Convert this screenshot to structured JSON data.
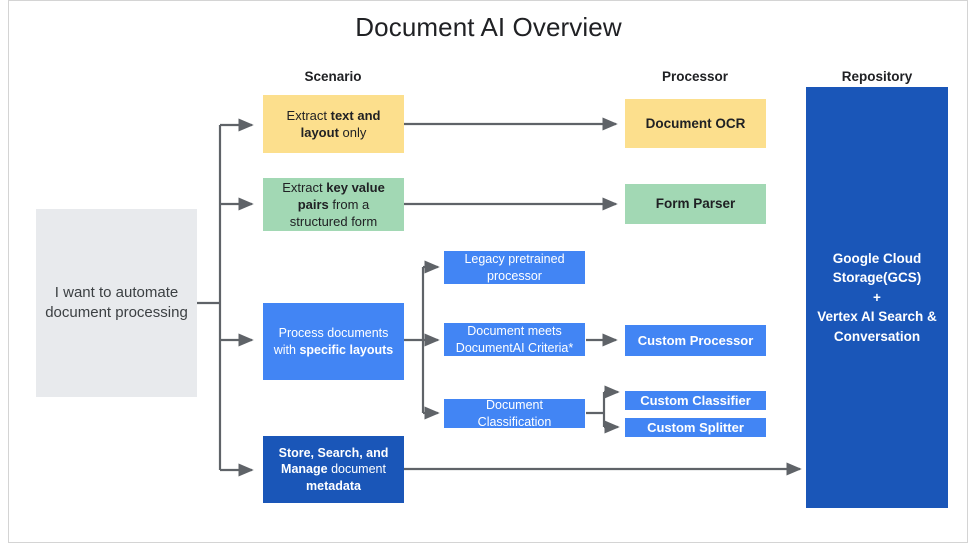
{
  "title": "Document AI Overview",
  "columns": {
    "scenario": "Scenario",
    "processor": "Processor",
    "repository": "Repository"
  },
  "entry": {
    "label": "I want to automate document processing",
    "color": "#e8eaed"
  },
  "scenarios": [
    {
      "id": "extract-text-layout",
      "label": "Extract text and layout only",
      "bold_parts": [
        "text and layout"
      ],
      "color": "#fcdf8d"
    },
    {
      "id": "extract-key-value",
      "label": "Extract key value pairs from a structured form",
      "bold_parts": [
        "key value pairs"
      ],
      "color": "#a2d8b4"
    },
    {
      "id": "process-specific-layouts",
      "label": "Process documents with specific layouts",
      "bold_parts": [
        "specific layouts"
      ],
      "color": "#4285f4"
    },
    {
      "id": "store-search-manage",
      "label": "Store, Search, and Manage document metadata",
      "bold_parts": [
        "Store, Search, and Manage",
        "metadata"
      ],
      "color": "#1a56b8"
    }
  ],
  "decisions": [
    {
      "id": "legacy-pretrained",
      "label": "Legacy pretrained processor",
      "color": "#4285f4"
    },
    {
      "id": "documentai-criteria",
      "label": "Document meets DocumentAI Criteria*",
      "color": "#4285f4"
    },
    {
      "id": "document-classification",
      "label": "Document Classification",
      "color": "#4285f4"
    }
  ],
  "processors": [
    {
      "id": "document-ocr",
      "label": "Document OCR",
      "color": "#fcdf8d"
    },
    {
      "id": "form-parser",
      "label": "Form Parser",
      "color": "#a2d8b4"
    },
    {
      "id": "custom-processor",
      "label": "Custom Processor",
      "color": "#4285f4"
    },
    {
      "id": "custom-classifier",
      "label": "Custom Classifier",
      "color": "#4285f4"
    },
    {
      "id": "custom-splitter",
      "label": "Custom Splitter",
      "color": "#4285f4"
    }
  ],
  "repository": {
    "id": "gcs-vertex",
    "line1": "Google Cloud",
    "line2": "Storage(GCS)",
    "plus": "+",
    "line3": "Vertex AI Search &",
    "line4": "Conversation",
    "color": "#1a56b8"
  },
  "connector_color": "#5f6368"
}
